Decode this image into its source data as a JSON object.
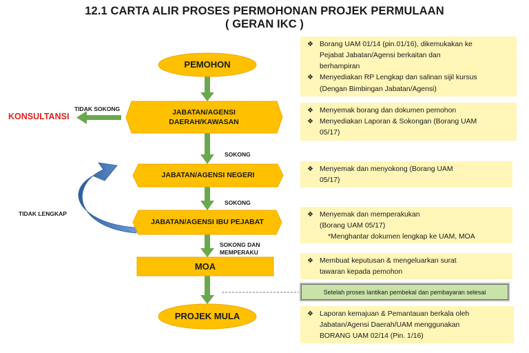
{
  "title": {
    "line1": "12.1 CARTA ALIR PROSES PERMOHONAN PROJEK PERMULAAN",
    "line2": "( GERAN IKC )"
  },
  "nodes": {
    "pemohon": "PEMOHON",
    "jabatan_daerah_line1": "JABATAN/AGENSI",
    "jabatan_daerah_line2": "DAERAH/KAWASAN",
    "jabatan_negeri": "JABATAN/AGENSI NEGERI",
    "ibu_pejabat": "JABATAN/AGENSI IBU PEJABAT",
    "moa": "MOA",
    "projek_mula": "PROJEK MULA",
    "konsultansi": "KONSULTANSI"
  },
  "edge_labels": {
    "tidak_sokong": "TIDAK SOKONG",
    "sokong_1": "SOKONG",
    "sokong_2": "SOKONG",
    "tidak_lengkap": "TIDAK LENGKAP",
    "sokong_dan_line1": "SOKONG DAN",
    "sokong_dan_line2": "MEMPERAKU"
  },
  "notes": {
    "pemohon": {
      "item1": [
        "Borang UAM 01/14 (pin.01/16), dikemukakan ke",
        "Pejabat Jabatan/Agensi berkaitan dan",
        "berhampiran"
      ],
      "item2": [
        "Menyediakan RP Lengkap dan salinan sijil kursus",
        "(Dengan Bimbingan Jabatan/Agensi)"
      ]
    },
    "daerah": {
      "item1": [
        "Menyemak borang dan dokumen pemohon"
      ],
      "item2": [
        "Menyediakan Laporan & Sokongan (Borang UAM",
        "05/17)"
      ]
    },
    "negeri": {
      "item1": [
        "Menyemak dan menyokong (Borang UAM",
        "05/17)"
      ]
    },
    "ibu_pejabat": {
      "item1": [
        "Menyemak dan memperakukan",
        "(Borang UAM 05/17)"
      ],
      "extra": "*Menghantar dokumen lengkap ke UAM, MOA"
    },
    "moa": {
      "item1": [
        "Membuat keputusan  & mengeluarkan surat",
        "tawaran kepada pemohon"
      ]
    },
    "green": "Setelah proses lantikan pembekal dan pembayaran selesai",
    "projek_mula": {
      "item1": [
        "Laporan kemajuan & Pemantauan berkala oleh",
        "Jabatan/Agensi Daerah/UAM menggunakan",
        "BORANG UAM 02/14  (Pin. 1/16)"
      ]
    }
  },
  "colors": {
    "node_fill": "#ffc000",
    "node_stroke": "#f0a800",
    "note_fill": "#fff6b8",
    "arrow_green": "#6aa84f",
    "curved_arrow": "#4a7ebb",
    "konsultansi_red": "#e0221b",
    "green_note_fill": "#c9e2a8"
  },
  "icons": {
    "bullet": "❖"
  }
}
